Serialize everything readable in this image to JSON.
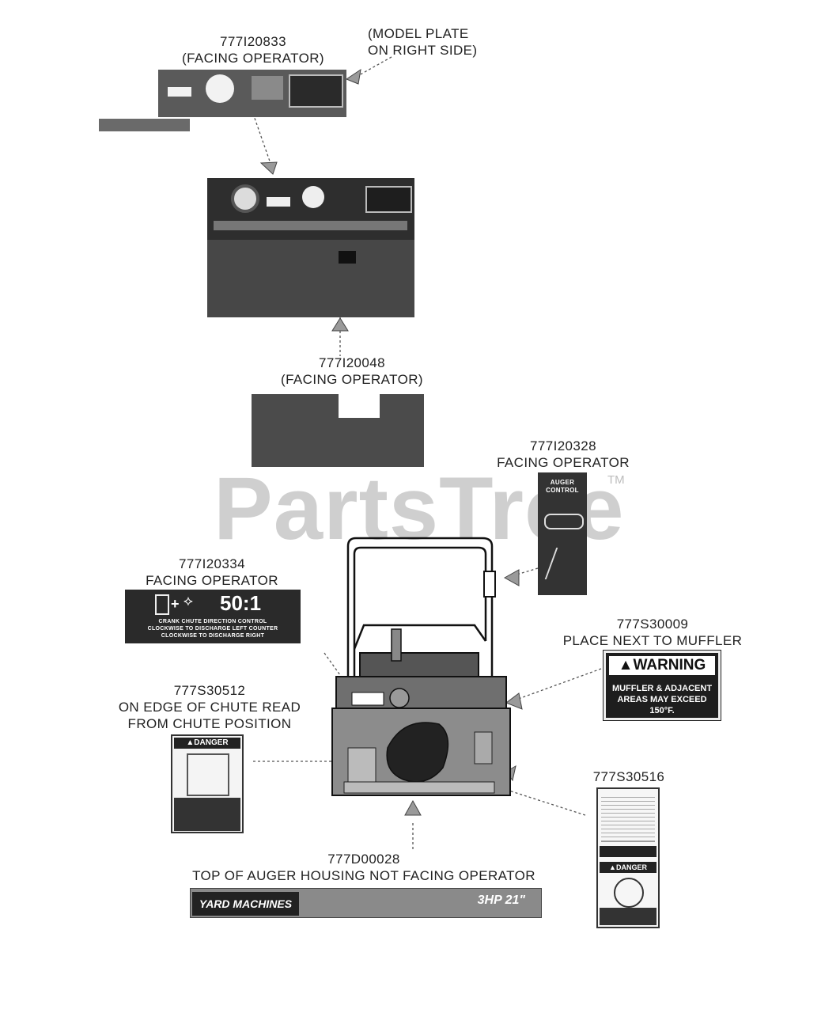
{
  "watermark": {
    "text": "PartsTree",
    "tm": "TM"
  },
  "labels": {
    "model_plate": {
      "line1": "(MODEL PLATE",
      "line2": "ON RIGHT SIDE)"
    },
    "d1": {
      "part": "777I20833",
      "note": "(FACING OPERATOR)"
    },
    "d2": {
      "part": "777I20048",
      "note": "(FACING OPERATOR)"
    },
    "d3": {
      "part": "777I20328",
      "note": "FACING OPERATOR"
    },
    "d4": {
      "part": "777I20334",
      "note": "FACING OPERATOR"
    },
    "d5": {
      "part": "777S30009",
      "note": "PLACE NEXT TO MUFFLER"
    },
    "d6": {
      "part": "777S30512",
      "note1": "ON EDGE OF CHUTE READ",
      "note2": "FROM CHUTE POSITION"
    },
    "d7": {
      "part": "777S30516"
    },
    "d8": {
      "part": "777D00028",
      "note": "TOP OF AUGER HOUSING NOT FACING OPERATOR"
    }
  },
  "decal_text": {
    "auger": {
      "line1": "AUGER",
      "line2": "CONTROL"
    },
    "ratio": {
      "mix": "50:1",
      "line1": "CRANK CHUTE DIRECTION CONTROL",
      "line2": "CLOCKWISE TO DISCHARGE LEFT COUNTER",
      "line3": "CLOCKWISE TO DISCHARGE RIGHT"
    },
    "warning": {
      "head": "WARNING",
      "line1": "MUFFLER & ADJACENT",
      "line2": "AREAS MAY EXCEED",
      "line3": "150°F."
    },
    "danger_chute": {
      "head": "DANGER"
    },
    "danger_tall": {
      "head": "DANGER"
    },
    "brand": {
      "name": "YARD MACHINES",
      "spec": "3HP 21\""
    }
  }
}
